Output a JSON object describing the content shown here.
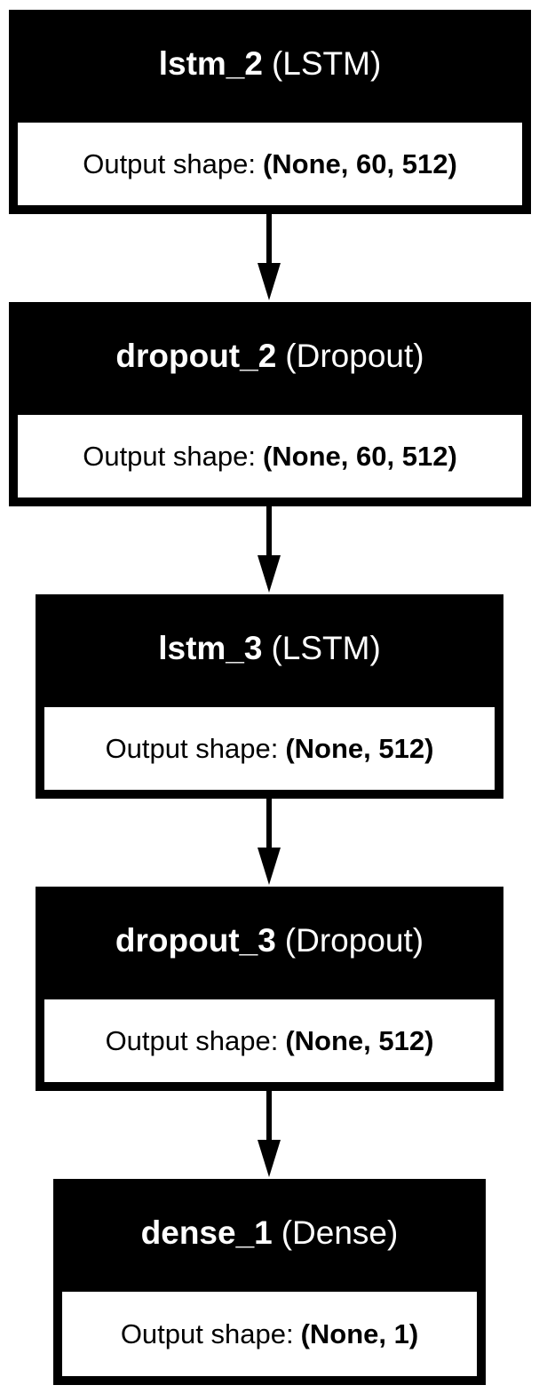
{
  "layers": [
    {
      "name": "lstm_2",
      "type": "(LSTM)",
      "shape_label": "Output shape:",
      "shape": "(None, 60, 512)"
    },
    {
      "name": "dropout_2",
      "type": "(Dropout)",
      "shape_label": "Output shape:",
      "shape": "(None, 60, 512)"
    },
    {
      "name": "lstm_3",
      "type": "(LSTM)",
      "shape_label": "Output shape:",
      "shape": "(None, 512)"
    },
    {
      "name": "dropout_3",
      "type": "(Dropout)",
      "shape_label": "Output shape:",
      "shape": "(None, 512)"
    },
    {
      "name": "dense_1",
      "type": "(Dense)",
      "shape_label": "Output shape:",
      "shape": "(None, 1)"
    }
  ],
  "colors": {
    "header_bg": "#000000",
    "header_text": "#ffffff",
    "body_bg": "#ffffff",
    "body_text": "#000000",
    "arrow": "#000000"
  }
}
